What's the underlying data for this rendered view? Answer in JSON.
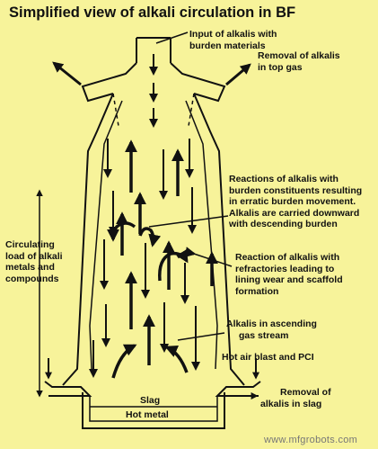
{
  "title": "Simplified view of alkali circulation in BF",
  "labels": {
    "input": [
      "Input of alkalis with",
      "burden  materials"
    ],
    "removal_top": [
      "Removal of alkalis",
      "in top gas"
    ],
    "reactions_burden": [
      "Reactions of alkalis with",
      "burden constituents resulting",
      "in erratic burden movement.",
      "Alkalis are carried downward",
      "with descending burden"
    ],
    "circulating": [
      "Circulating",
      "load of alkali",
      "metals and",
      "compounds"
    ],
    "refractories": [
      "Reaction of alkalis with",
      "refractories leading to",
      "lining wear and scaffold",
      "formation"
    ],
    "ascending": [
      "Alkalis in ascending",
      "gas stream"
    ],
    "blast": "Hot air blast and PCI",
    "removal_slag": [
      "Removal of",
      "alkalis in slag"
    ],
    "slag": "Slag",
    "hot_metal": "Hot metal"
  },
  "watermark": "www.mfgrobots.com",
  "colors": {
    "background": "#f7f39a",
    "lines": "#111111"
  }
}
